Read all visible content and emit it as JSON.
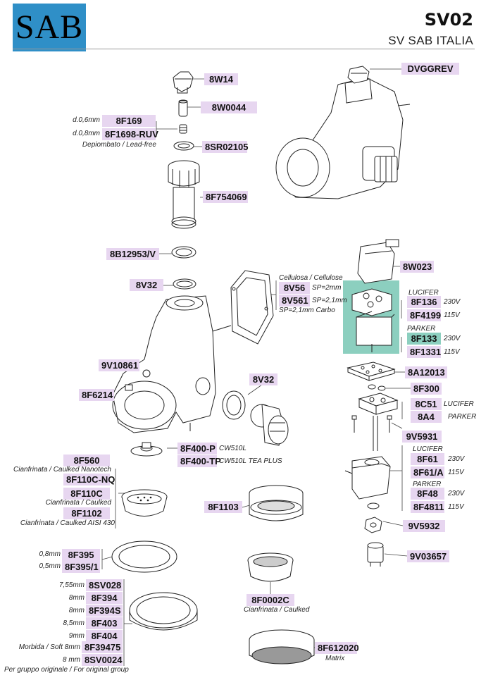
{
  "header": {
    "logo": "SAB",
    "title": "SV02",
    "subtitle": "SV SAB ITALIA"
  },
  "parts": {
    "dvggrev": "DVGGREV",
    "p8w14": "8W14",
    "p8w0044": "8W0044",
    "p8f169": "8F169",
    "p8f169_note": "d.0,6mm",
    "p8f1698": "8F1698-RUV",
    "p8f1698_note": "d.0,8mm",
    "lead_free": "Depiombato / Lead-free",
    "p8sr02105": "8SR02105",
    "p8f754069": "8F754069",
    "p8b12953": "8B12953/V",
    "p8v32a": "8V32",
    "cellulosa": "Cellulosa / Cellulose",
    "p8v56": "8V56",
    "p8v56_note": "SP=2mm",
    "p8v561": "8V561",
    "p8v561_note": "SP=2,1mm",
    "carbo": "SP=2,1mm  Carbo",
    "p9v10861": "9V10861",
    "p8f6214": "8F6214",
    "p8v32b": "8V32",
    "p8w023": "8W023",
    "lucifer1": "LUCIFER",
    "p8f136": "8F136",
    "p8f136_v": "230V",
    "p8f4199": "8F4199",
    "p8f4199_v": "115V",
    "parker1": "PARKER",
    "p8f133": "8F133",
    "p8f133_v": "230V",
    "p8f1331": "8F1331",
    "p8f1331_v": "115V",
    "p8a12013": "8A12013",
    "p8f300": "8F300",
    "p8c51": "8C51",
    "p8c51_note": "LUCIFER",
    "p8a4": "8A4",
    "p8a4_note": "PARKER",
    "p9v5931": "9V5931",
    "lucifer2": "LUCIFER",
    "p8f61": "8F61",
    "p8f61_v": "230V",
    "p8f61a": "8F61/A",
    "p8f61a_v": "115V",
    "parker2": "PARKER",
    "p8f48": "8F48",
    "p8f48_v": "230V",
    "p8f4811": "8F4811",
    "p8f4811_v": "115V",
    "p9v5932": "9V5932",
    "p9v03657": "9V03657",
    "p8f400p": "8F400-P",
    "p8f400p_note": "CW510L",
    "p8f400tp": "8F400-TP",
    "p8f400tp_note": "CW510L TEA PLUS",
    "p8f560": "8F560",
    "p8f560_note": "Cianfrinata / Caulked Nanotech",
    "p8f110cnq": "8F110C-NQ",
    "p8f110c": "8F110C",
    "p8f110c_note": "Cianfrinata / Caulked",
    "p8f1102": "8F1102",
    "p8f1102_note": "Cianfrinata / Caulked AISI 430",
    "p8f1103": "8F1103",
    "p8f395": "8F395",
    "p8f395_note": "0,8mm",
    "p8f3951": "8F395/1",
    "p8f3951_note": "0,5mm",
    "p8f0002c": "8F0002C",
    "p8f0002c_note": "Cianfrinata / Caulked",
    "p8sv028": "8SV028",
    "p8sv028_note": "7,55mm",
    "p8f394": "8F394",
    "p8f394_note": "8mm",
    "p8f394s": "8F394S",
    "p8f394s_note": "8mm",
    "p8f403": "8F403",
    "p8f403_note": "8,5mm",
    "p8f404": "8F404",
    "p8f404_note": "9mm",
    "p8f39475": "8F39475",
    "p8f39475_note": "Morbida / Soft 8mm",
    "p8sv0024": "8SV0024",
    "p8sv0024_note": "8 mm",
    "original_group": "Per gruppo originale / For original group",
    "p8f612020": "8F612020",
    "p8f612020_note": "Matrix"
  },
  "colors": {
    "logo_bg": "#2f8fc7",
    "label_bg": "#e7d6f0",
    "highlight": "#8ccfbf"
  }
}
